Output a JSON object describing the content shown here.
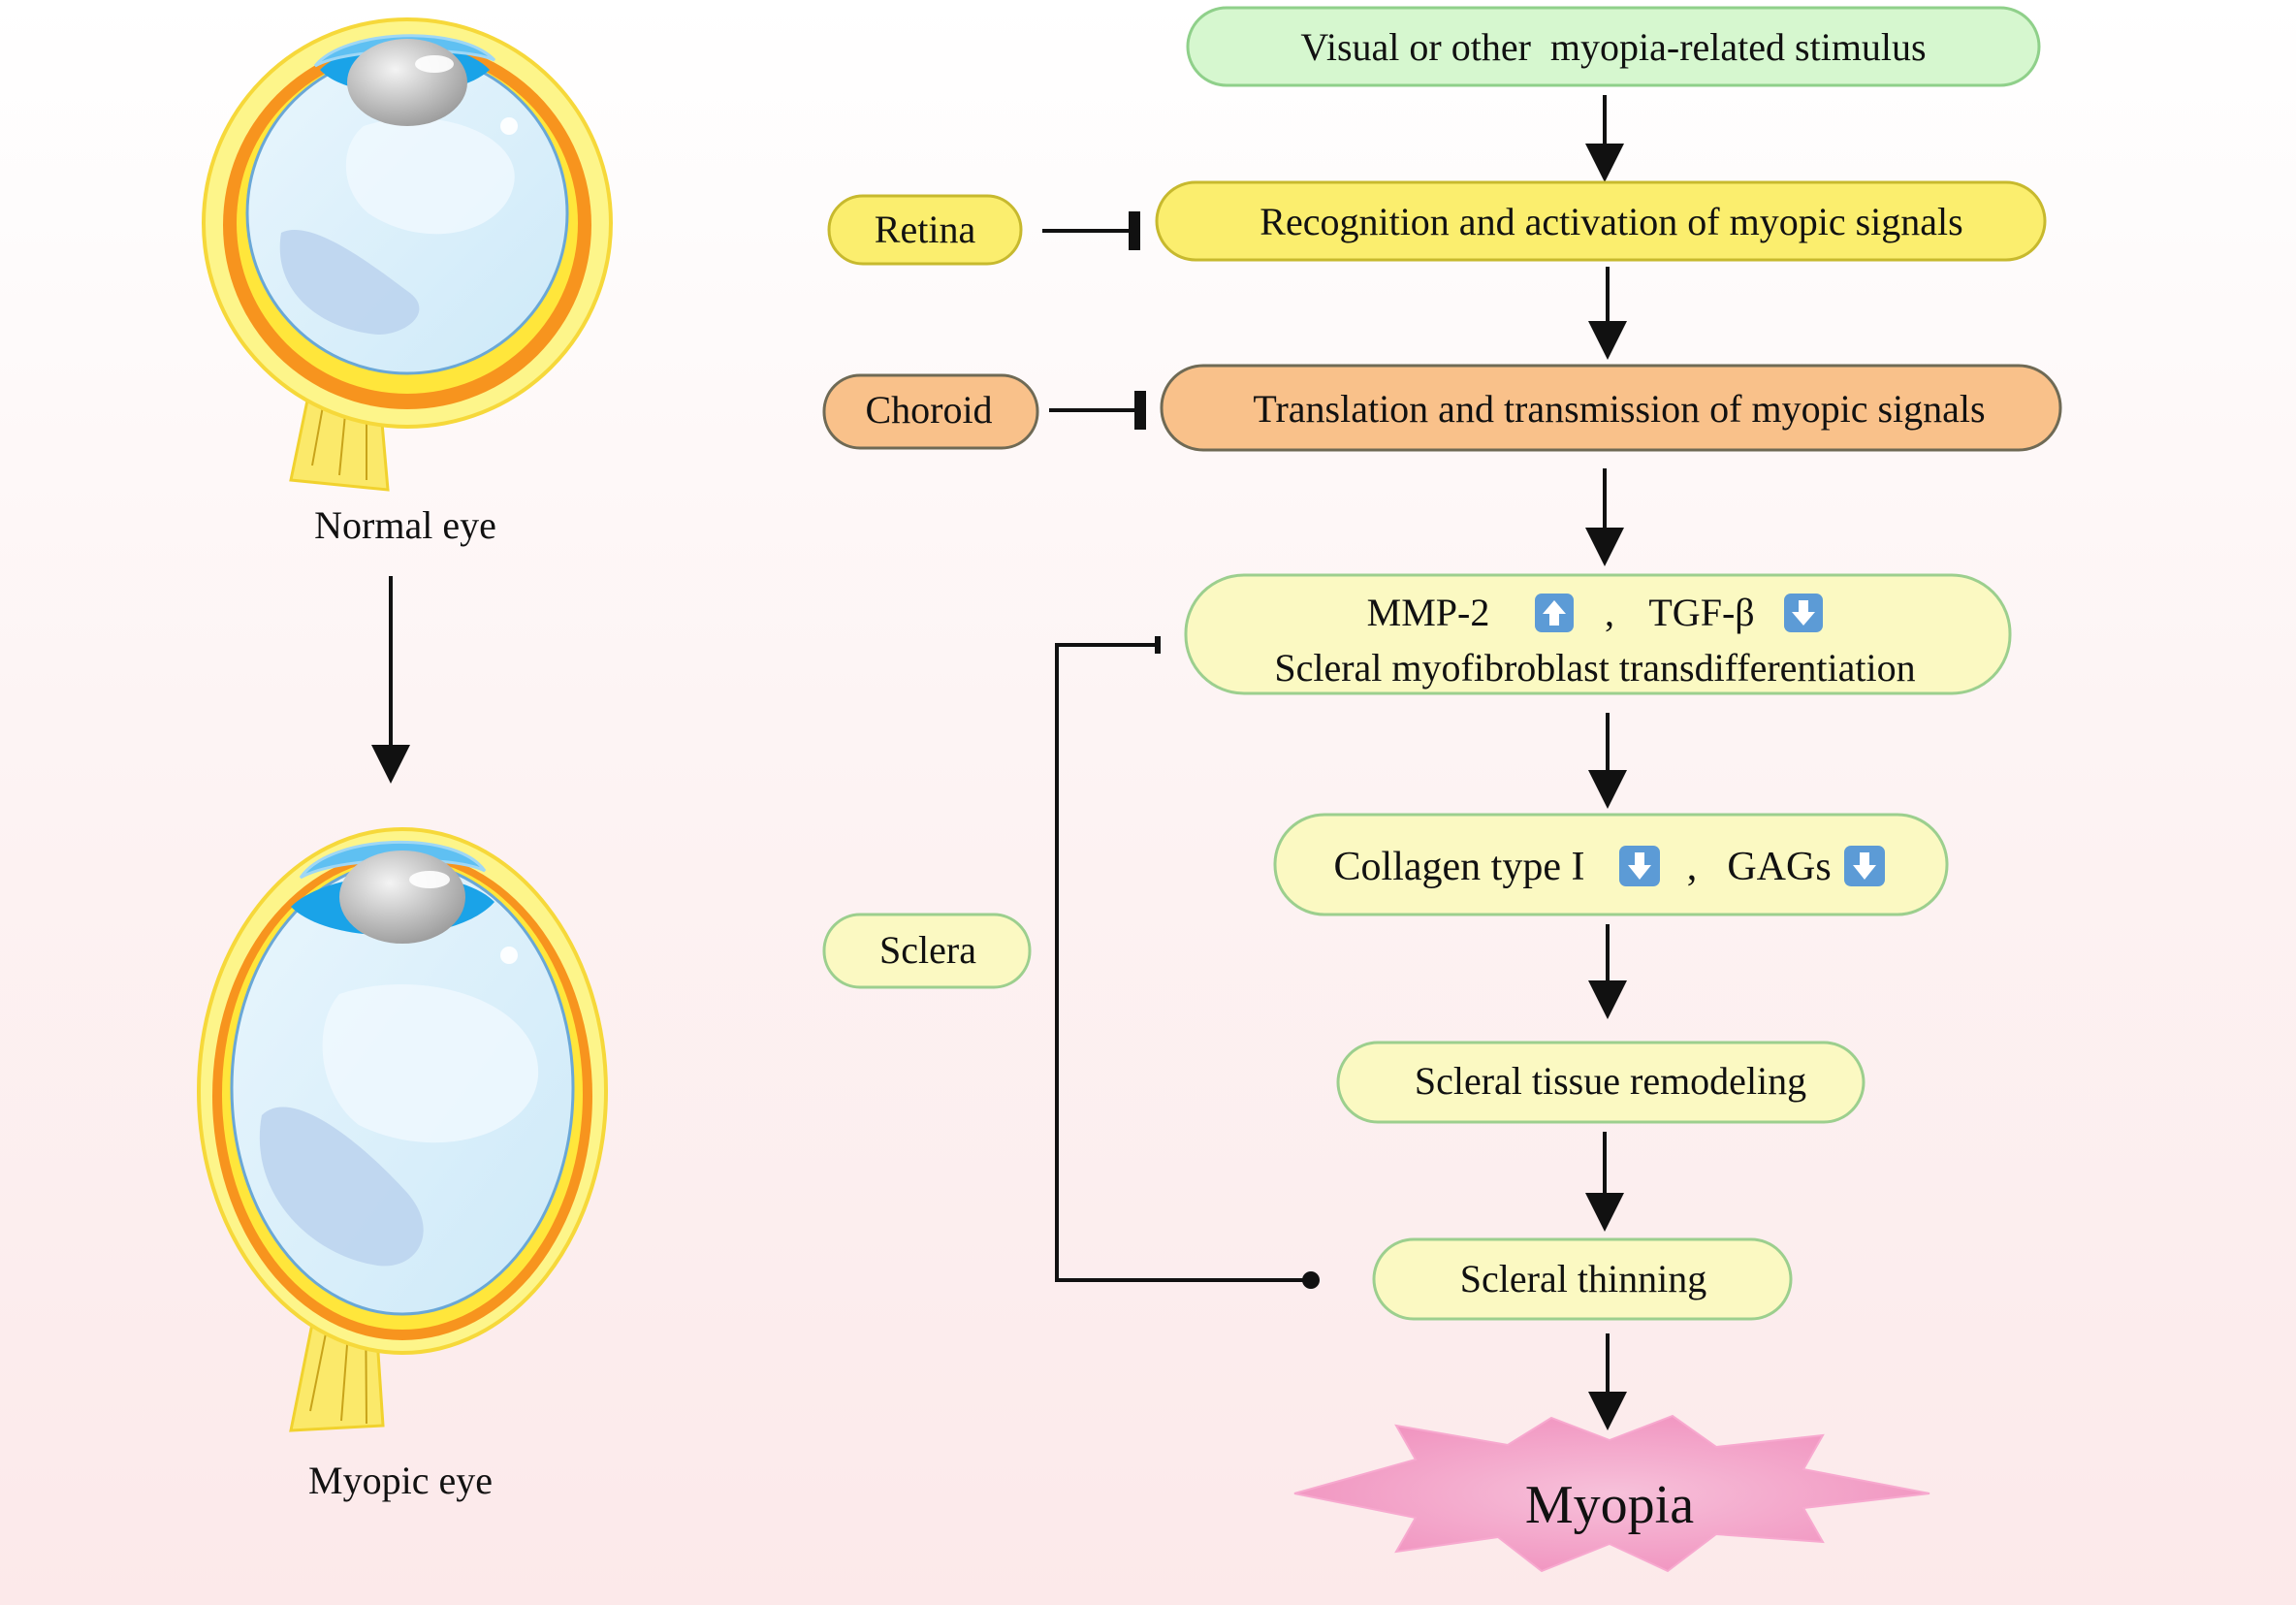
{
  "eyes": {
    "normal_label": "Normal eye",
    "myopic_label": "Myopic eye"
  },
  "tissues": {
    "retina": "Retina",
    "choroid": "Choroid",
    "sclera": "Sclera"
  },
  "steps": {
    "stimulus": "Visual or other  myopia-related stimulus",
    "recognition": "Recognition and activation of myopic signals",
    "translation": "Translation and transmission of myopic signals",
    "mmp2": "MMP-2",
    "tgfb": "TGF-β",
    "comma": ",",
    "transdiff": "Scleral myofibroblast transdifferentiation",
    "collagen": "Collagen type I",
    "gags": "GAGs",
    "remodeling": "Scleral tissue remodeling",
    "thinning": "Scleral thinning",
    "myopia": "Myopia"
  },
  "indicators": {
    "mmp2": "up",
    "tgfb": "down",
    "collagen": "down",
    "gags": "down"
  },
  "colors": {
    "green_box": "#d6f7cf",
    "green_border": "#8fd08a",
    "yellow_box": "#fbee6e",
    "yellow_border": "#c7b92e",
    "orange_box": "#f9c18a",
    "orange_border": "#6f6a55",
    "pale_box": "#fbf9c2",
    "pale_border": "#9ccf8e",
    "myopia_star": "#f2a3c7",
    "indicator_blue": "#5c9bd6"
  }
}
